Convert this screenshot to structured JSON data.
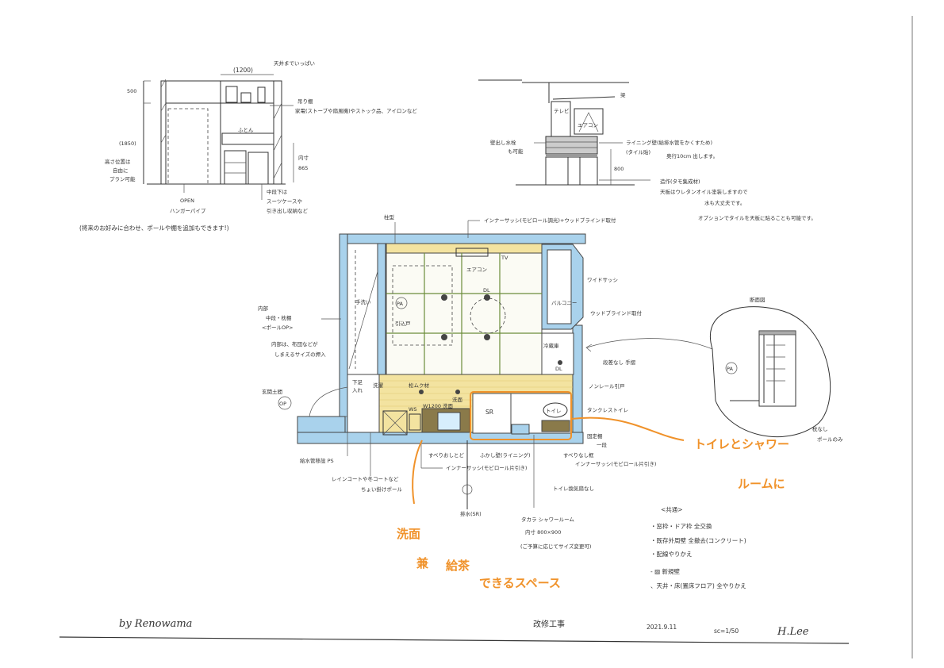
{
  "left_elevation": {
    "width_dim": "(1200)",
    "ceiling_note": "天井までいっぱい",
    "dim_top": "500",
    "dim_height": "(1850)",
    "height_note": [
      "高さ位置は",
      "自由に",
      "プラン可能"
    ],
    "shelf_label": "吊り棚",
    "shelf_note": "家電(ストーブや扇風機)やストック品、アイロンなど",
    "futon_label": "ふとん",
    "inner_dim": [
      "内寸",
      "865"
    ],
    "under_note": [
      "中段下は",
      "スーツケースや",
      "引き出し収納など"
    ],
    "open_note": [
      "OPEN",
      "ハンガーパイプ"
    ],
    "footnote": "(将来のお好みに合わせ、ポールや棚を追加もできます!)"
  },
  "right_elevation": {
    "beam": "梁",
    "tv": "テレビ",
    "aircon": "エアコン",
    "faucet_note": [
      "壁出し水栓",
      "も可能"
    ],
    "lining_note": [
      "ライニング壁(給排水管をかくすため)",
      "(タイル貼)"
    ],
    "depth_note": "奥行10cm 出します。",
    "height_dim": "800",
    "counter_note": [
      "造作(タモ集成材)",
      "天板はウレタンオイル塗装しますので",
      "水も大丈夫です。",
      "オプションでタイルを天板に貼ることも可能です。"
    ]
  },
  "plan": {
    "pillar": "柱型",
    "sash_top": "インナーサッシ(モビロール調光)+ウッドブラインド取付",
    "aircon": "エアコン",
    "tv": "TV",
    "dl": "DL",
    "pa": "PA",
    "sliding_door": "引込戸",
    "wide_sash": "ワイドサッシ",
    "balcony": "バルコニー",
    "wood_blind": "ウッドブラインド取付",
    "closet_note": [
      "内部",
      "中段・枕棚",
      "<ポールOP>",
      "内部は、布団などが",
      "しまえるサイズの押入"
    ],
    "fridge": "冷蔵庫",
    "handwash": "手洗い",
    "step_rail": "段差なし 手摺",
    "rail_door": "ノンレール引戸",
    "toilet": "タンクレストイレ",
    "fixed_shelf": [
      "固定棚",
      "一段"
    ],
    "entrance": [
      "玄関土間",
      "OP"
    ],
    "shoes": [
      "下足",
      "入れ"
    ],
    "wash": "洗濯",
    "basin": [
      "洗面",
      "W1200 洗面"
    ],
    "floor": "松ムク材",
    "sr": "SR",
    "toilet_mark": "トイレ",
    "ps": "給水管移設 PS",
    "coat_pole": [
      "レインコートや冬コートなど",
      "ちょい掛けポール"
    ],
    "threshold_l": "すべりおしとど",
    "lining": "ふかし壁(ライニング)",
    "sash_bottom_l": "インナーサッシ(モビロール片引き)",
    "drain": "排水(SR)",
    "shower": [
      "タカラ シャワールーム",
      "内寸 800×900",
      "(ご予算に応じてサイズ変更可)"
    ],
    "no_fan": "トイレ換気扇なし",
    "threshold_r": "すべりなし框",
    "sash_bottom_r": "インナーサッシ(モビロール片引き)",
    "ws": "WS"
  },
  "detail": {
    "title": "断面図",
    "pa": "PA",
    "note": [
      "枕なし",
      "ポールのみ"
    ]
  },
  "annotations": {
    "toilet_shower": [
      "トイレとシャワー",
      "ルームに"
    ],
    "wash_tea": [
      "洗面",
      "兼",
      "給茶",
      "できるスペース"
    ]
  },
  "notes": {
    "title": "<共通>",
    "items": [
      "・窓枠・ドア枠 全交換",
      "・既存外周壁 全撤去(コンクリート)",
      "・配線やりかえ",
      "- ▨ 新規壁",
      "、天井・床(置床フロア) 全やりかえ"
    ]
  },
  "footer": {
    "brand": "by Renowama",
    "title": "改修工事",
    "date": "2021.9.11",
    "scale": "sc=1/50",
    "author": "H.Lee"
  },
  "colors": {
    "wall": "#a9d2ec",
    "floor_wood": "#f3e3a0",
    "grid": "#6b8d3a",
    "accent": "#f0922a"
  }
}
